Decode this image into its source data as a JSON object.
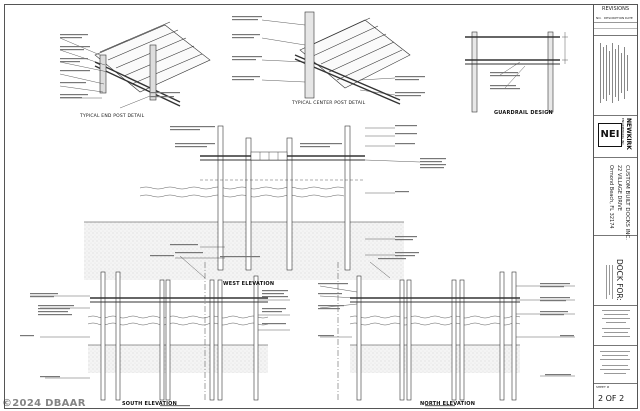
{
  "views": {
    "typical_end_post": "TYPICAL END POST DETAIL",
    "typical_center_post": "TYPICAL CENTER POST DETAIL",
    "guardrail": "GUARDRAIL DESIGN",
    "west": "WEST ELEVATION",
    "south": "SOUTH ELEVATION",
    "north": "NORTH ELEVATION"
  },
  "title_block": {
    "revisions": "REVISIONS",
    "rev_cols": [
      "NO.",
      "DESCRIPTION",
      "DATE"
    ],
    "logo": "NEI",
    "company": "NEWKIRK",
    "company_sub": "ENGINEERING INC.",
    "client": "CUSTOM BUILT DOCKS INC.",
    "address_1": "22 VILLAGE DRIVE",
    "address_2": "Ormond Beach, FL 32174",
    "dock_for": "DOCK FOR:",
    "sheet_label": "SHEET #",
    "sheet": "2 OF 2"
  },
  "watermark": "©2024 DBAAR"
}
